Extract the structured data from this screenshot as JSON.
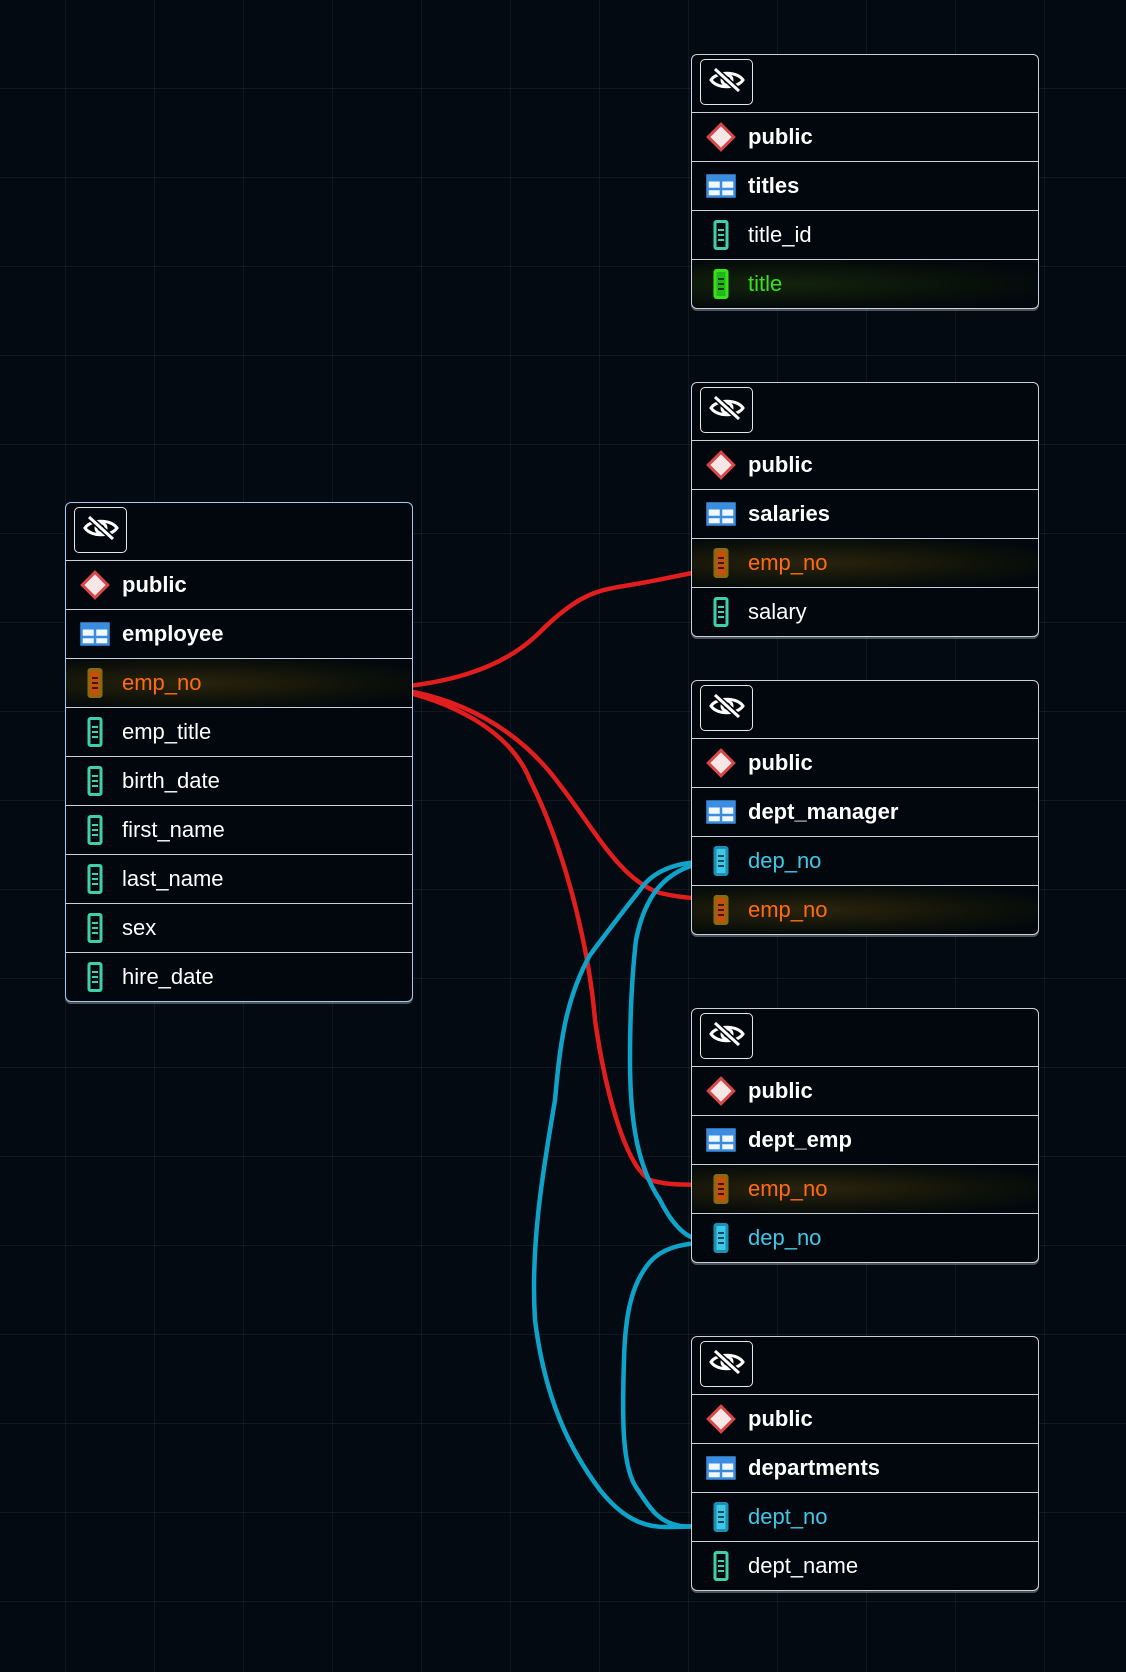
{
  "colors": {
    "background": "#030a12",
    "border": "#c9d1d9",
    "selected_border": "#9ec9f0",
    "text": "#ffffff",
    "pk_orange": "#ff6a13",
    "fk_cyan": "#3fc7e8",
    "highlight_green": "#39e01c",
    "link_red": "#e11d1d",
    "link_blue": "#0ea3c9"
  },
  "icons": {
    "header": "eye-slash-icon",
    "schema": "diamond-schema-icon",
    "table": "table-grid-icon",
    "column": "column-icon"
  },
  "tables": {
    "titles": {
      "schema": "public",
      "name": "titles",
      "columns": [
        {
          "name": "title_id",
          "kind": "plain"
        },
        {
          "name": "title",
          "kind": "highlight"
        }
      ]
    },
    "salaries": {
      "schema": "public",
      "name": "salaries",
      "columns": [
        {
          "name": "emp_no",
          "kind": "key"
        },
        {
          "name": "salary",
          "kind": "plain"
        }
      ]
    },
    "employee": {
      "schema": "public",
      "name": "employee",
      "columns": [
        {
          "name": "emp_no",
          "kind": "key"
        },
        {
          "name": "emp_title",
          "kind": "plain"
        },
        {
          "name": "birth_date",
          "kind": "plain"
        },
        {
          "name": "first_name",
          "kind": "plain"
        },
        {
          "name": "last_name",
          "kind": "plain"
        },
        {
          "name": "sex",
          "kind": "plain"
        },
        {
          "name": "hire_date",
          "kind": "plain"
        }
      ]
    },
    "dept_manager": {
      "schema": "public",
      "name": "dept_manager",
      "columns": [
        {
          "name": "dep_no",
          "kind": "foreign"
        },
        {
          "name": "emp_no",
          "kind": "key"
        }
      ]
    },
    "dept_emp": {
      "schema": "public",
      "name": "dept_emp",
      "columns": [
        {
          "name": "emp_no",
          "kind": "key"
        },
        {
          "name": "dep_no",
          "kind": "foreign"
        }
      ]
    },
    "departments": {
      "schema": "public",
      "name": "departments",
      "columns": [
        {
          "name": "dept_no",
          "kind": "foreign"
        },
        {
          "name": "dept_name",
          "kind": "plain"
        }
      ]
    }
  },
  "relationships": [
    {
      "from": "employee.emp_no",
      "to": "salaries.emp_no",
      "color": "red"
    },
    {
      "from": "employee.emp_no",
      "to": "dept_manager.emp_no",
      "color": "red"
    },
    {
      "from": "employee.emp_no",
      "to": "dept_emp.emp_no",
      "color": "red"
    },
    {
      "from": "departments.dept_no",
      "to": "dept_manager.dep_no",
      "color": "blue"
    },
    {
      "from": "departments.dept_no",
      "to": "dept_emp.dep_no",
      "color": "blue"
    },
    {
      "from": "dept_emp.dep_no",
      "to": "dept_manager.dep_no",
      "color": "blue"
    }
  ]
}
